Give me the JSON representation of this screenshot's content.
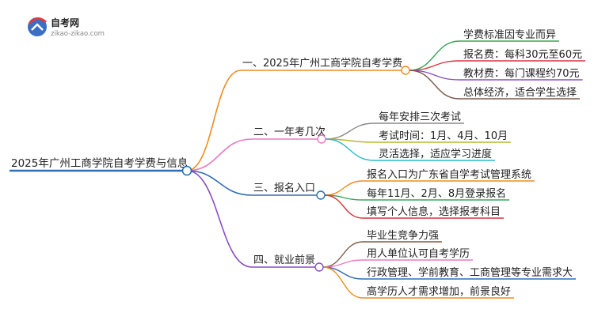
{
  "brand": {
    "name": "自考网",
    "url": "zikao-zikao.com"
  },
  "root": {
    "label": "2025年广州工商学院自考学费与信息",
    "color": "#2f6db5"
  },
  "branches": [
    {
      "label": "一、2025年广州工商学院自考学费",
      "color": "#f08c1a",
      "children": [
        {
          "label": "学费标准因专业而异",
          "color": "#3aa35a"
        },
        {
          "label": "报名费：每科30元至60元",
          "color": "#d8343a"
        },
        {
          "label": "教材费：每门课程约70元",
          "color": "#8a4fc0"
        },
        {
          "label": "总体经济，适合学生选择",
          "color": "#7b5a4a"
        }
      ]
    },
    {
      "label": "二、一年考几次",
      "color": "#e87bc0",
      "children": [
        {
          "label": "每年安排三次考试",
          "color": "#8a8a8a"
        },
        {
          "label": "考试时间：1月、4月、10月",
          "color": "#b7b82a"
        },
        {
          "label": "灵活选择，适应学习进度",
          "color": "#2ab8c8"
        }
      ]
    },
    {
      "label": "三、报名入口",
      "color": "#2f6db5",
      "children": [
        {
          "label": "报名入口为广东省自学考试管理系统",
          "color": "#f08c1a"
        },
        {
          "label": "每年11月、2月、8月登录报名",
          "color": "#3aa35a"
        },
        {
          "label": "填写个人信息，选择报考科目",
          "color": "#d8343a"
        }
      ]
    },
    {
      "label": "四、就业前景",
      "color": "#8a4fc0",
      "children": [
        {
          "label": "毕业生竞争力强",
          "color": "#7b5a4a"
        },
        {
          "label": "用人单位认可自考学历",
          "color": "#e87bc0"
        },
        {
          "label": "行政管理、学前教育、工商管理等专业需求大",
          "color": "#2f6db5"
        },
        {
          "label": "高学历人才需求增加，前景良好",
          "color": "#f08c1a"
        }
      ]
    }
  ]
}
